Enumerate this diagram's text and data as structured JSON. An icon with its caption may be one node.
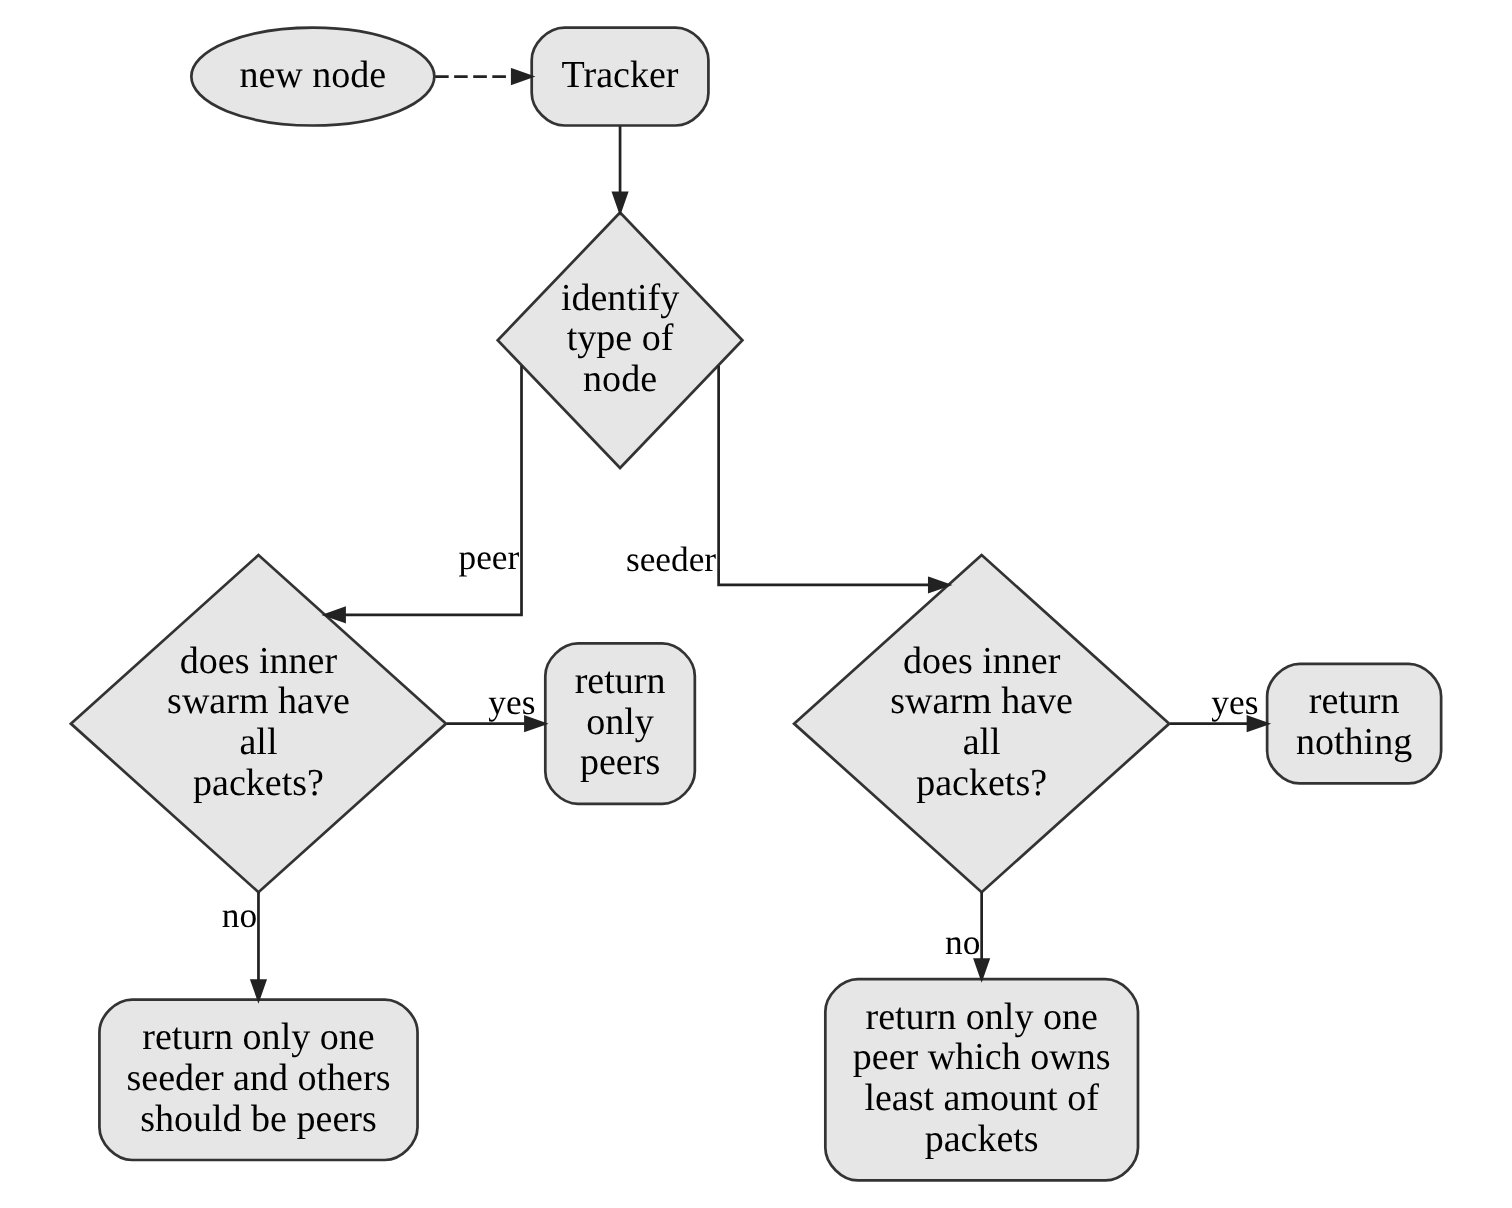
{
  "diagram": {
    "nodes": [
      {
        "text": [
          "new node"
        ]
      },
      {
        "text": [
          "Tracker"
        ]
      },
      {
        "text": [
          "identify type of node"
        ]
      },
      {
        "text": [
          "return only peers"
        ]
      },
      {
        "text": [
          "does inner swarm have all packets?"
        ]
      },
      {
        "text": [
          "does inner swarm have all packets?"
        ]
      },
      {
        "text": [
          "return nothing"
        ]
      },
      {
        "text": [
          "return only one seeder and others should be peers"
        ]
      },
      {
        "text": [
          "return only one peer which owns least amount of packets"
        ]
      }
    ],
    "edges": [
      {
        "from": 0,
        "to": 1,
        "arrow": "to",
        "style": "dashed"
      },
      {
        "from": 1,
        "to": 2,
        "arrow": "to"
      },
      {
        "from": 2,
        "to": 4,
        "arrow": "to",
        "label": "peer"
      },
      {
        "from": 2,
        "to": 5,
        "arrow": "to",
        "label": "seeder"
      },
      {
        "from": 4,
        "to": 3,
        "arrow": "to",
        "label": "yes"
      },
      {
        "from": 5,
        "to": 6,
        "arrow": "to",
        "label": "yes"
      },
      {
        "from": 4,
        "to": 7,
        "arrow": "to",
        "label": "no"
      },
      {
        "from": 5,
        "to": 8,
        "arrow": "to",
        "label": "no"
      }
    ]
  }
}
